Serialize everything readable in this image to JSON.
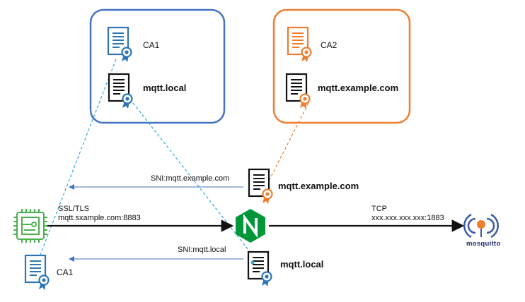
{
  "ca1_box": {
    "cert_label": "CA1",
    "server_cert_label": "mqtt.local"
  },
  "ca2_box": {
    "cert_label": "CA2",
    "server_cert_label": "mqtt.example.com"
  },
  "client": {
    "protocol_label": "SSL/TLS",
    "endpoint_label": "mqtt.sxample.com:8883",
    "trusted_ca_label": "CA1"
  },
  "sni_example": {
    "label": "SNI:mqtt.example.com",
    "cert_label": "mqtt.example.com"
  },
  "sni_local": {
    "label": "SNI:mqtt.local",
    "cert_label": "mqtt.local"
  },
  "backend": {
    "protocol_label": "TCP",
    "endpoint_label": "xxx.xxx.xxx.xxx:1883",
    "broker_name": "mosquitto"
  },
  "colors": {
    "ca1_box": "#4472c4",
    "ca2_box": "#ed7d31",
    "ribbon": "#2e75b6",
    "nginx": "#009639",
    "chip": "#4caf50",
    "arrow": "#4472c4",
    "dash_blue": "#33aadd",
    "dash_orange": "#ed7d31",
    "mosquitto": "#3c5aa6"
  },
  "icons": [
    "certificate-icon",
    "nginx-icon",
    "chip-icon",
    "mosquitto-icon"
  ]
}
